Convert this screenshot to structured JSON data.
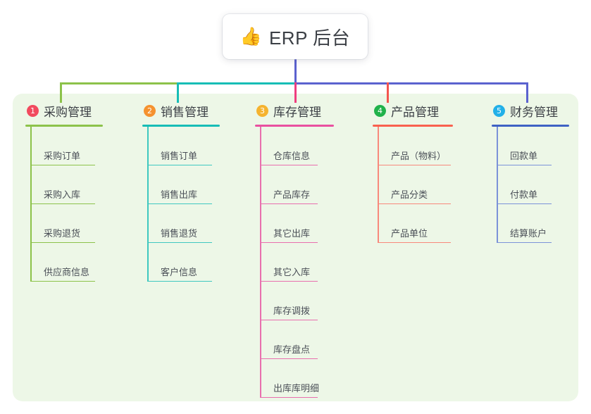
{
  "root": {
    "emoji": "👍",
    "emoji_name": "thumbs-up-icon",
    "title": "ERP 后台"
  },
  "colors": {
    "panel_bg": "#edf7e7",
    "page_bg": "#ffffff",
    "text": "#3b3f45",
    "root_stem": "#5b62cf"
  },
  "branches": [
    {
      "number": "1",
      "title": "采购管理",
      "badge_color": "#f24a5e",
      "rule_color": "#8cc24a",
      "line_color": "#8cc24a",
      "connector_color": "#8cc24a",
      "items": [
        "采购订单",
        "采购入库",
        "采购退货",
        "供应商信息"
      ]
    },
    {
      "number": "2",
      "title": "销售管理",
      "badge_color": "#f5922f",
      "rule_color": "#17bdb6",
      "line_color": "#3fc8c0",
      "connector_color": "#17bdb6",
      "items": [
        "销售订单",
        "销售出库",
        "销售退货",
        "客户信息"
      ]
    },
    {
      "number": "3",
      "title": "库存管理",
      "badge_color": "#f5b32f",
      "rule_color": "#e950a0",
      "line_color": "#e86fae",
      "connector_color": "#ef3d7f",
      "items": [
        "仓库信息",
        "产品库存",
        "其它出库",
        "其它入库",
        "库存调拨",
        "库存盘点",
        "出库库明细"
      ]
    },
    {
      "number": "4",
      "title": "产品管理",
      "badge_color": "#21b24b",
      "rule_color": "#f9614f",
      "line_color": "#f8897c",
      "connector_color": "#f4554f",
      "items": [
        "产品（物料）",
        "产品分类",
        "产品单位"
      ]
    },
    {
      "number": "5",
      "title": "财务管理",
      "badge_color": "#22b0e8",
      "rule_color": "#3f62c4",
      "line_color": "#7b92d8",
      "connector_color": "#5b62cf",
      "items": [
        "回款单",
        "付款单",
        "结算账户"
      ]
    }
  ]
}
